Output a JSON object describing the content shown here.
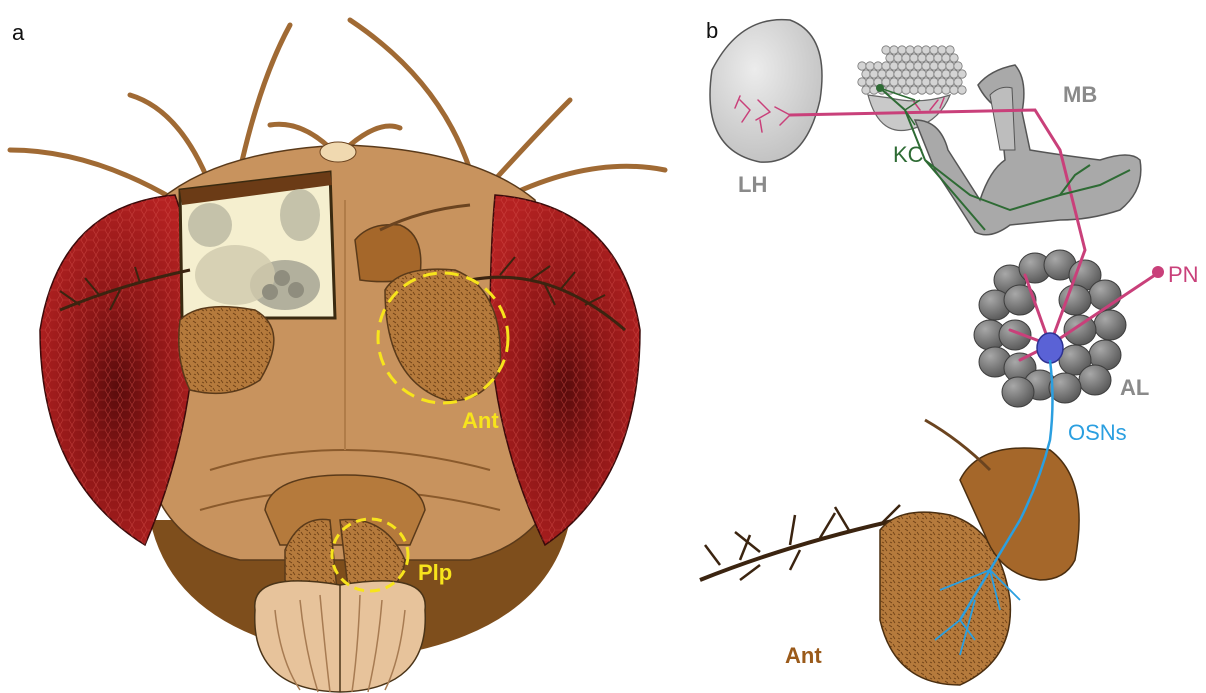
{
  "panels": {
    "a": {
      "letter": "a",
      "labels": {
        "antenna": "Ant",
        "palp": "Plp"
      }
    },
    "b": {
      "letter": "b",
      "labels": {
        "lateral_horn": "LH",
        "mushroom_body": "MB",
        "kenyon_cells": "KC",
        "projection_neuron": "PN",
        "antennal_lobe": "AL",
        "olfactory_sensory_neurons": "OSNs",
        "antenna": "Ant"
      }
    }
  },
  "colors": {
    "eye_red": "#9b1b1b",
    "head_tan": "#c8935e",
    "cuticle_brown": "#a5672a",
    "highlight_yellow": "#f7e41c",
    "projection_pink": "#c9407a",
    "kenyon_green": "#2e6b34",
    "osn_blue": "#2b9fe0",
    "brain_gray": "#8e8e8e",
    "label_gray": "#8a8a8a",
    "label_brown": "#9a5a1a"
  },
  "icons": [
    "fly-head-illustration",
    "olfactory-circuit-illustration"
  ]
}
